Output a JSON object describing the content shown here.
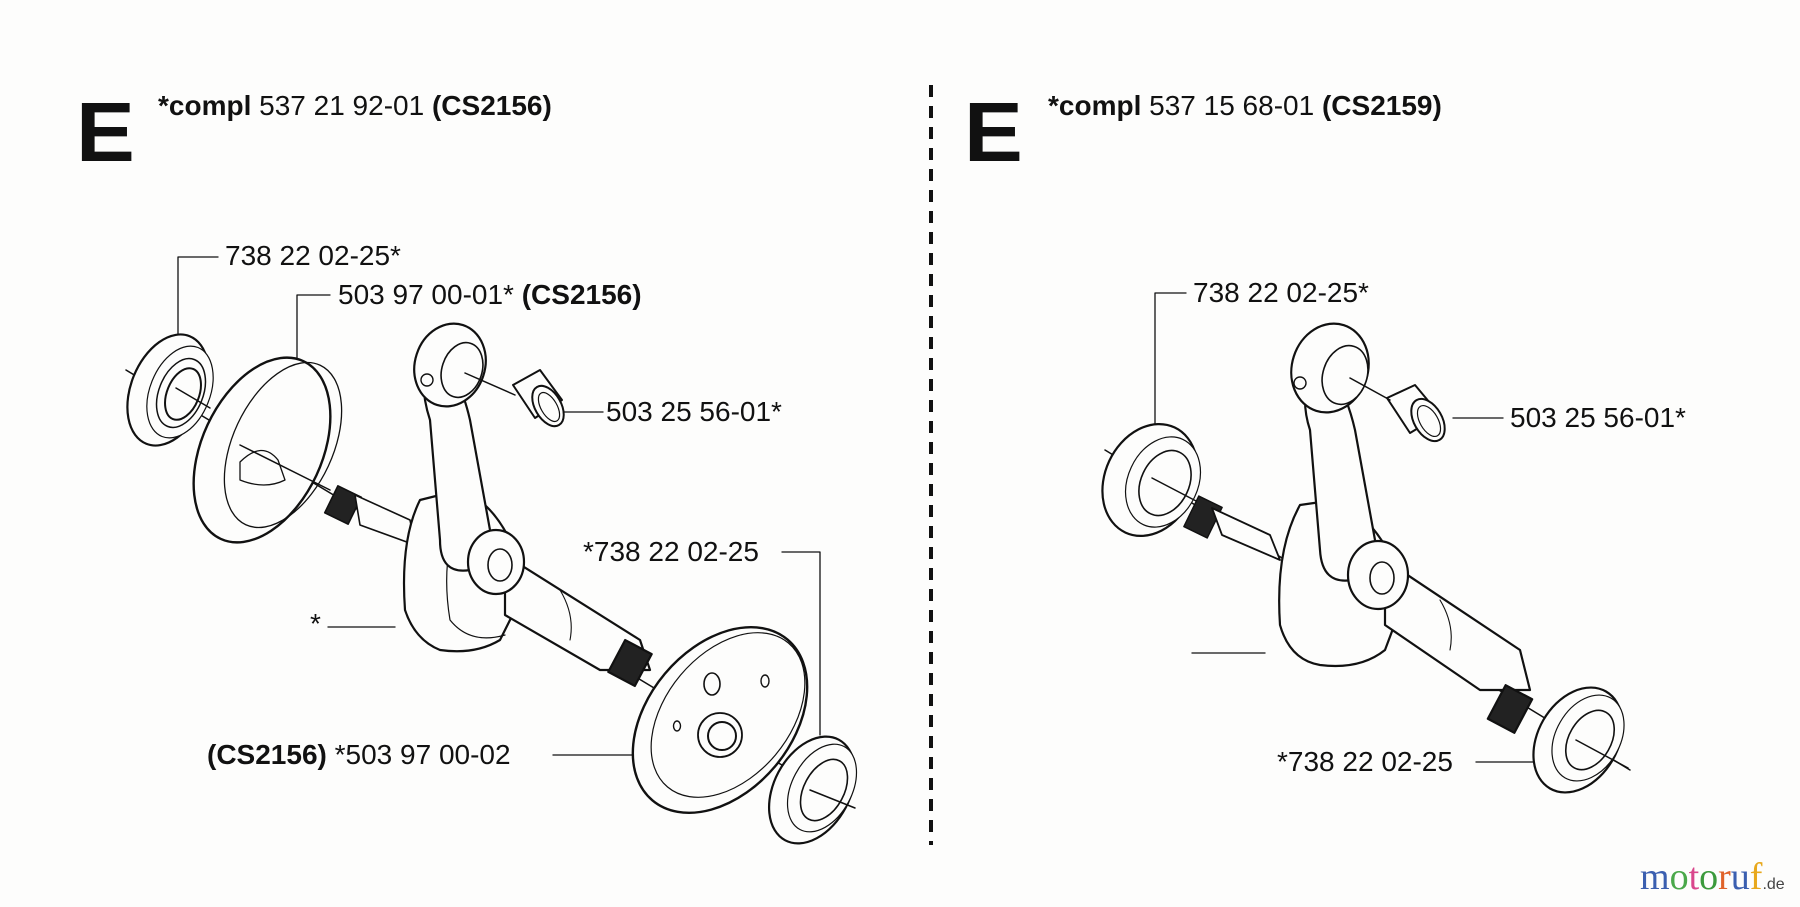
{
  "panels": [
    {
      "section_letter": "E",
      "title": {
        "prefix": "*compl",
        "part_no": "537 21 92-01",
        "model": "(CS2156)"
      },
      "labels": [
        {
          "text": "738 22 02-25*",
          "model": ""
        },
        {
          "text": "503 97 00-01*",
          "model": "(CS2156)"
        },
        {
          "text": "503 25 56-01*",
          "model": ""
        },
        {
          "text": "*738 22 02-25",
          "model": ""
        },
        {
          "text": "*",
          "model": ""
        },
        {
          "text": "*503 97 00-02",
          "model": "(CS2156)"
        }
      ]
    },
    {
      "section_letter": "E",
      "title": {
        "prefix": "*compl",
        "part_no": "537 15 68-01",
        "model": "(CS2159)"
      },
      "labels": [
        {
          "text": "738 22 02-25*",
          "model": ""
        },
        {
          "text": "503 25 56-01*",
          "model": ""
        },
        {
          "text": "*738 22 02-25",
          "model": ""
        }
      ]
    }
  ],
  "logo": {
    "letters": [
      {
        "ch": "m",
        "color": "#3b5fb0"
      },
      {
        "ch": "o",
        "color": "#4aa84a"
      },
      {
        "ch": "t",
        "color": "#d9468c"
      },
      {
        "ch": "o",
        "color": "#3c9a3c"
      },
      {
        "ch": "r",
        "color": "#e0632a"
      },
      {
        "ch": "u",
        "color": "#3b5fb0"
      },
      {
        "ch": "f",
        "color": "#e8a81c"
      }
    ],
    "tld": ".de"
  },
  "colors": {
    "ink": "#111111",
    "background": "#fdfdfc"
  }
}
